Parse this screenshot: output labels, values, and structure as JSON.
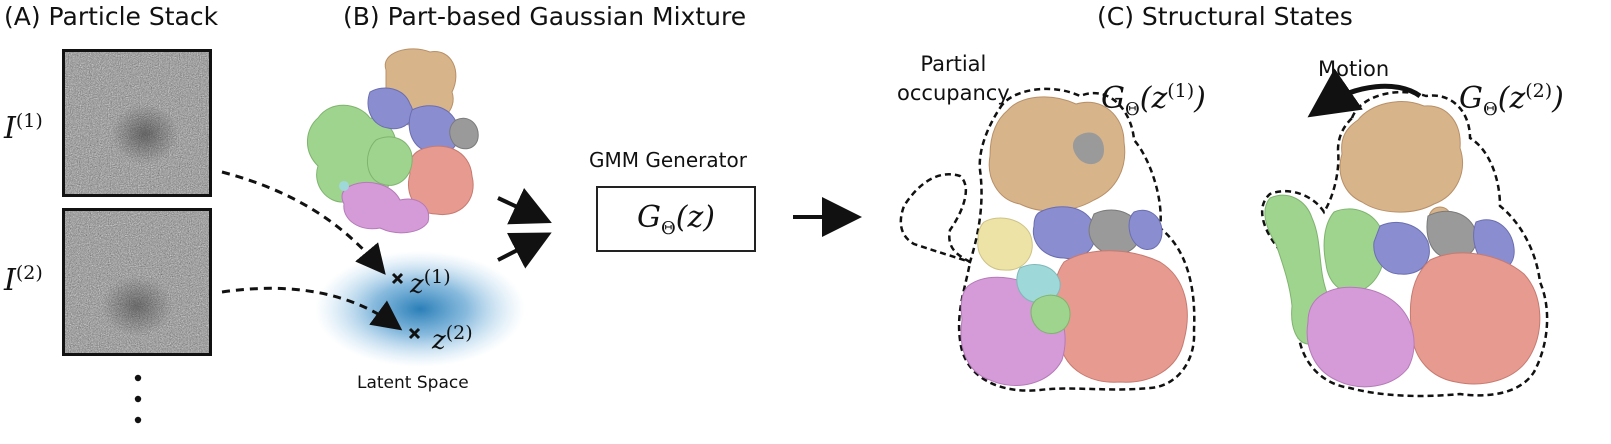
{
  "panels": {
    "a_title": "(A) Particle Stack",
    "b_title": "(B) Part-based Gaussian Mixture",
    "c_title": "(C) Structural States"
  },
  "particles": [
    {
      "symbol": "I",
      "index": "(1)"
    },
    {
      "symbol": "I",
      "index": "(2)"
    }
  ],
  "latent": {
    "points": [
      {
        "symbol": "z",
        "index": "(1)"
      },
      {
        "symbol": "z",
        "index": "(2)"
      }
    ],
    "label": "Latent Space",
    "color": "#1f78b4"
  },
  "generator": {
    "label": "GMM Generator",
    "symbol": "G",
    "sub": "Θ",
    "arg": "(z)"
  },
  "states": [
    {
      "symbol": "G",
      "sub": "Θ",
      "arg_open": "(z",
      "index": "(1)",
      "arg_close": ")",
      "annotation": "Partial occupancy",
      "annotation_lines": [
        "Partial",
        "occupancy"
      ]
    },
    {
      "symbol": "G",
      "sub": "Θ",
      "arg_open": "(z",
      "index": "(2)",
      "arg_close": ")",
      "annotation": "Motion"
    }
  ],
  "icons": [
    "vertical-ellipsis-icon",
    "curved-arrow-icon",
    "cross-marker-icon"
  ],
  "colors": {
    "tan": "#d8b48a",
    "green": "#9fd48f",
    "blue": "#8a8ed0",
    "gray": "#9a9a9a",
    "pink": "#e79a90",
    "purple": "#d59ad8",
    "yellow": "#eee3a6",
    "cyan": "#9fd8d8"
  }
}
